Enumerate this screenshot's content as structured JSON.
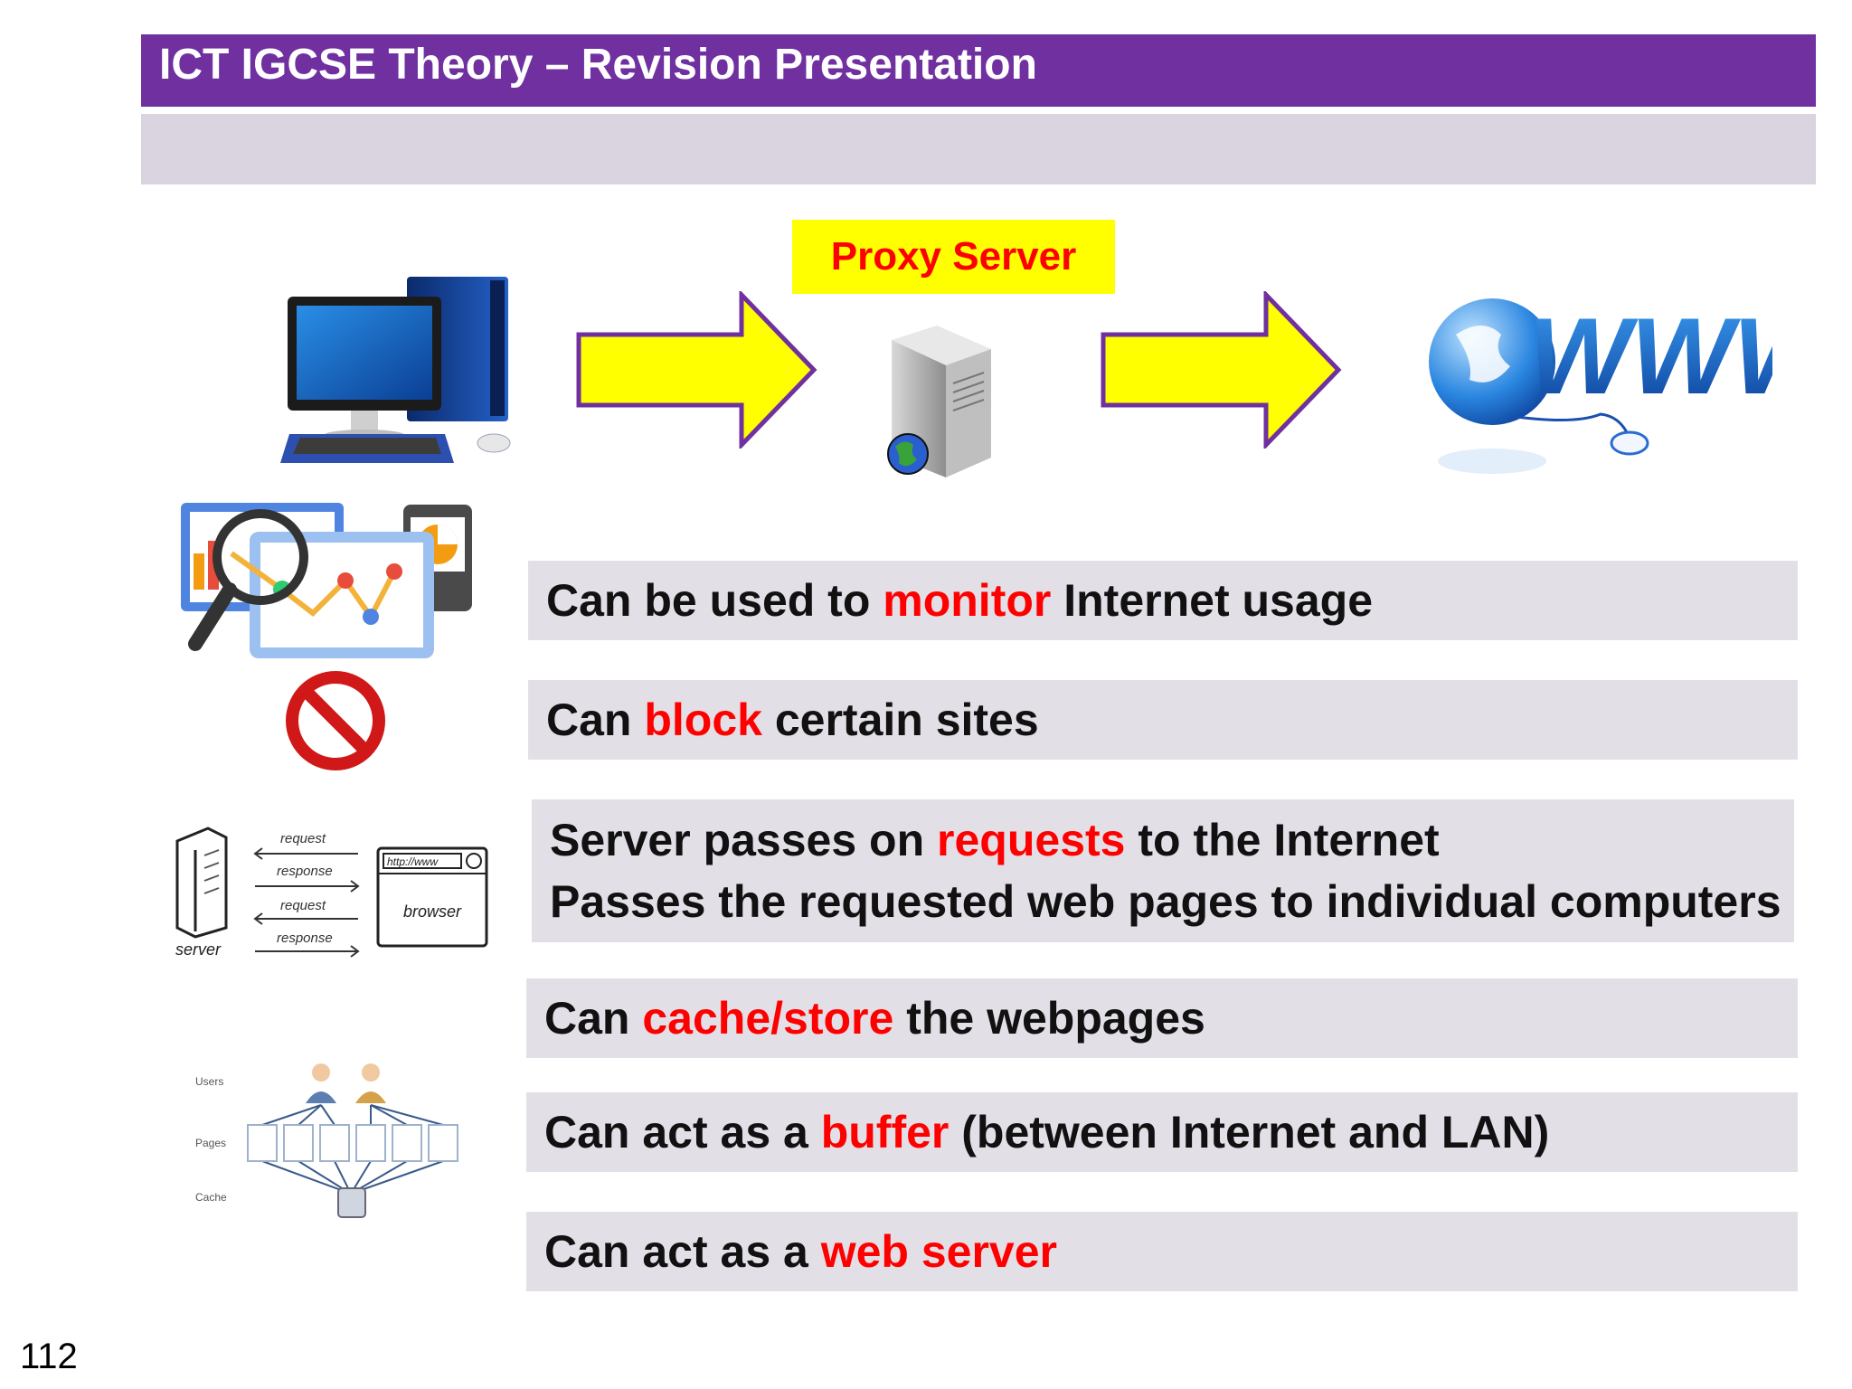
{
  "header": {
    "title": "ICT IGCSE Theory – Revision Presentation"
  },
  "diagram": {
    "proxy_label": "Proxy Server",
    "www_text": "WWW"
  },
  "points": [
    {
      "pre": "Can be used to ",
      "highlight": "monitor",
      "post": " Internet usage"
    },
    {
      "pre": "Can ",
      "highlight": "block",
      "post": " certain sites"
    },
    {
      "pre": "Server passes on ",
      "highlight": "requests",
      "post": " to the Internet",
      "line2": "Passes the requested web pages to individual computers"
    },
    {
      "pre": "Can ",
      "highlight": "cache/store",
      "post": " the webpages"
    },
    {
      "pre": "Can act as a ",
      "highlight": "buffer",
      "post": " (between Internet and LAN)"
    },
    {
      "pre": "Can act as a ",
      "highlight": "web server",
      "post": ""
    }
  ],
  "request_diagram": {
    "server_label": "server",
    "browser_label": "browser",
    "url_text": "http://www",
    "arrows": [
      "request",
      "response",
      "request",
      "response"
    ]
  },
  "cache_diagram": {
    "labels": [
      "Users",
      "Pages",
      "Cache"
    ]
  },
  "footer": {
    "page_number": "112"
  },
  "colors": {
    "title_bar": "#7030a0",
    "subtitle_bar": "#d9d4e0",
    "point_bg": "#e3dfe7",
    "highlight": "#ff0000",
    "proxy_label_bg": "#ffff00",
    "arrow_fill": "#ffff00",
    "arrow_stroke": "#7030a0"
  }
}
